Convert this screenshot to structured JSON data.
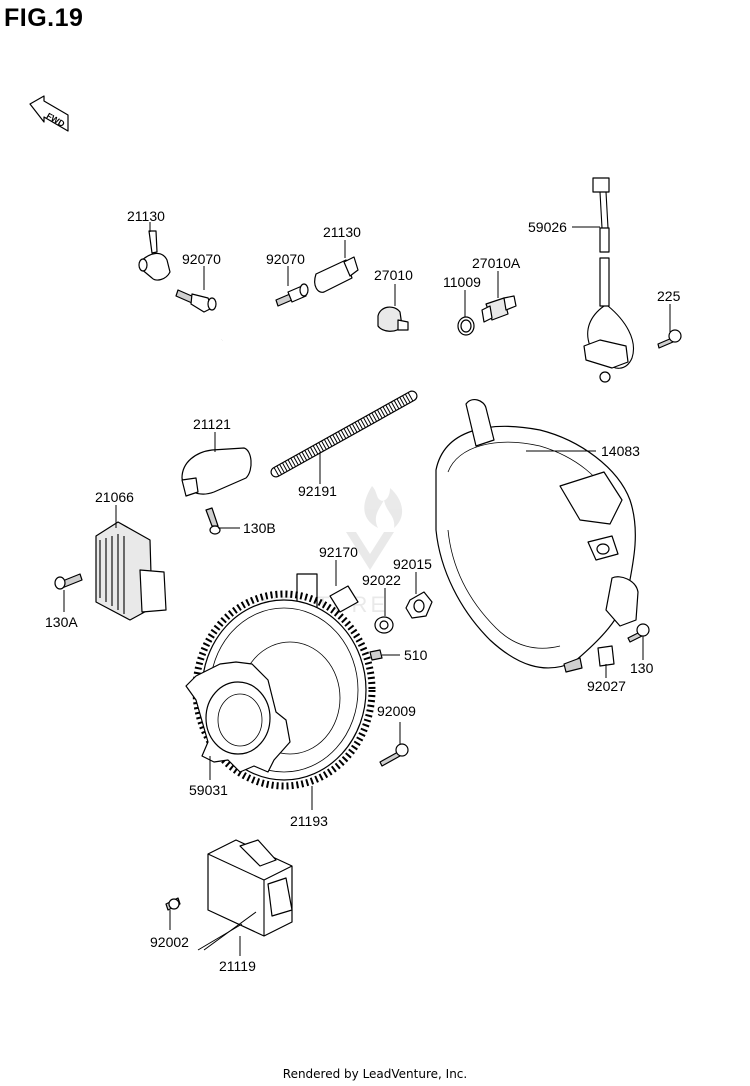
{
  "figure": {
    "title": "FIG.19",
    "fwd_label": "FWD",
    "footer": "Rendered by LeadVenture, Inc."
  },
  "parts": [
    {
      "id": "p21130a",
      "label": "21130"
    },
    {
      "id": "p92070a",
      "label": "92070"
    },
    {
      "id": "p92070b",
      "label": "92070"
    },
    {
      "id": "p21130b",
      "label": "21130"
    },
    {
      "id": "p27010",
      "label": "27010"
    },
    {
      "id": "p11009",
      "label": "11009"
    },
    {
      "id": "p27010a",
      "label": "27010A"
    },
    {
      "id": "p59026",
      "label": "59026"
    },
    {
      "id": "p225",
      "label": "225"
    },
    {
      "id": "p21121",
      "label": "21121"
    },
    {
      "id": "p92191",
      "label": "92191"
    },
    {
      "id": "p14083",
      "label": "14083"
    },
    {
      "id": "p21066",
      "label": "21066"
    },
    {
      "id": "p130b",
      "label": "130B"
    },
    {
      "id": "p130a",
      "label": "130A"
    },
    {
      "id": "p92170",
      "label": "92170"
    },
    {
      "id": "p92015",
      "label": "92015"
    },
    {
      "id": "p92022",
      "label": "92022"
    },
    {
      "id": "p510",
      "label": "510"
    },
    {
      "id": "p130",
      "label": "130"
    },
    {
      "id": "p92027",
      "label": "92027"
    },
    {
      "id": "p92009",
      "label": "92009"
    },
    {
      "id": "p59031",
      "label": "59031"
    },
    {
      "id": "p21193",
      "label": "21193"
    },
    {
      "id": "p92002",
      "label": "92002"
    },
    {
      "id": "p21119",
      "label": "21119"
    }
  ]
}
